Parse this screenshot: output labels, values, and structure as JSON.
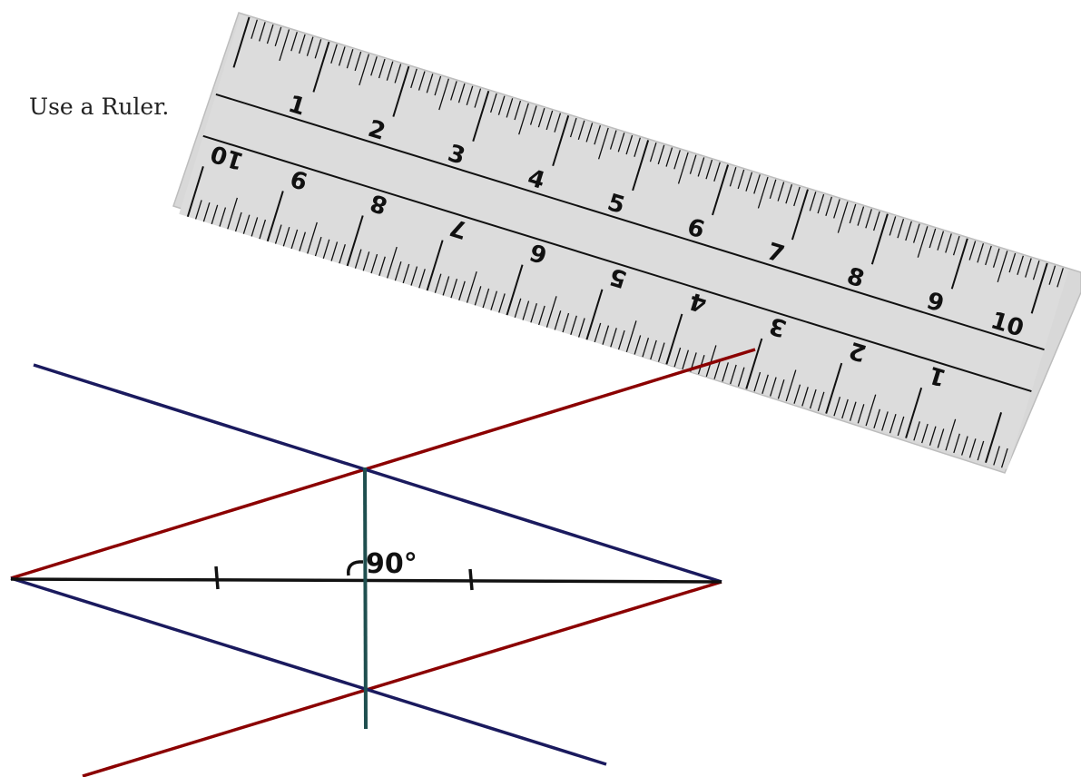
{
  "instruction": "Use a Ruler.",
  "ruler": {
    "top_numbers": [
      "1",
      "2",
      "3",
      "4",
      "5",
      "6",
      "7",
      "8",
      "9",
      "10"
    ],
    "bottom_numbers": [
      "10",
      "9",
      "8",
      "7",
      "6",
      "5",
      "4",
      "3",
      "2",
      "1"
    ],
    "colors": {
      "body": "#d8d8d8",
      "edge": "#c4c4c4",
      "ink": "#111111"
    }
  },
  "construction": {
    "angle_label": "90°",
    "colors": {
      "segment": "#111111",
      "red_lines": "#8b0000",
      "blue_lines": "#1a1a5e",
      "bisector": "#1f4f4f"
    }
  }
}
